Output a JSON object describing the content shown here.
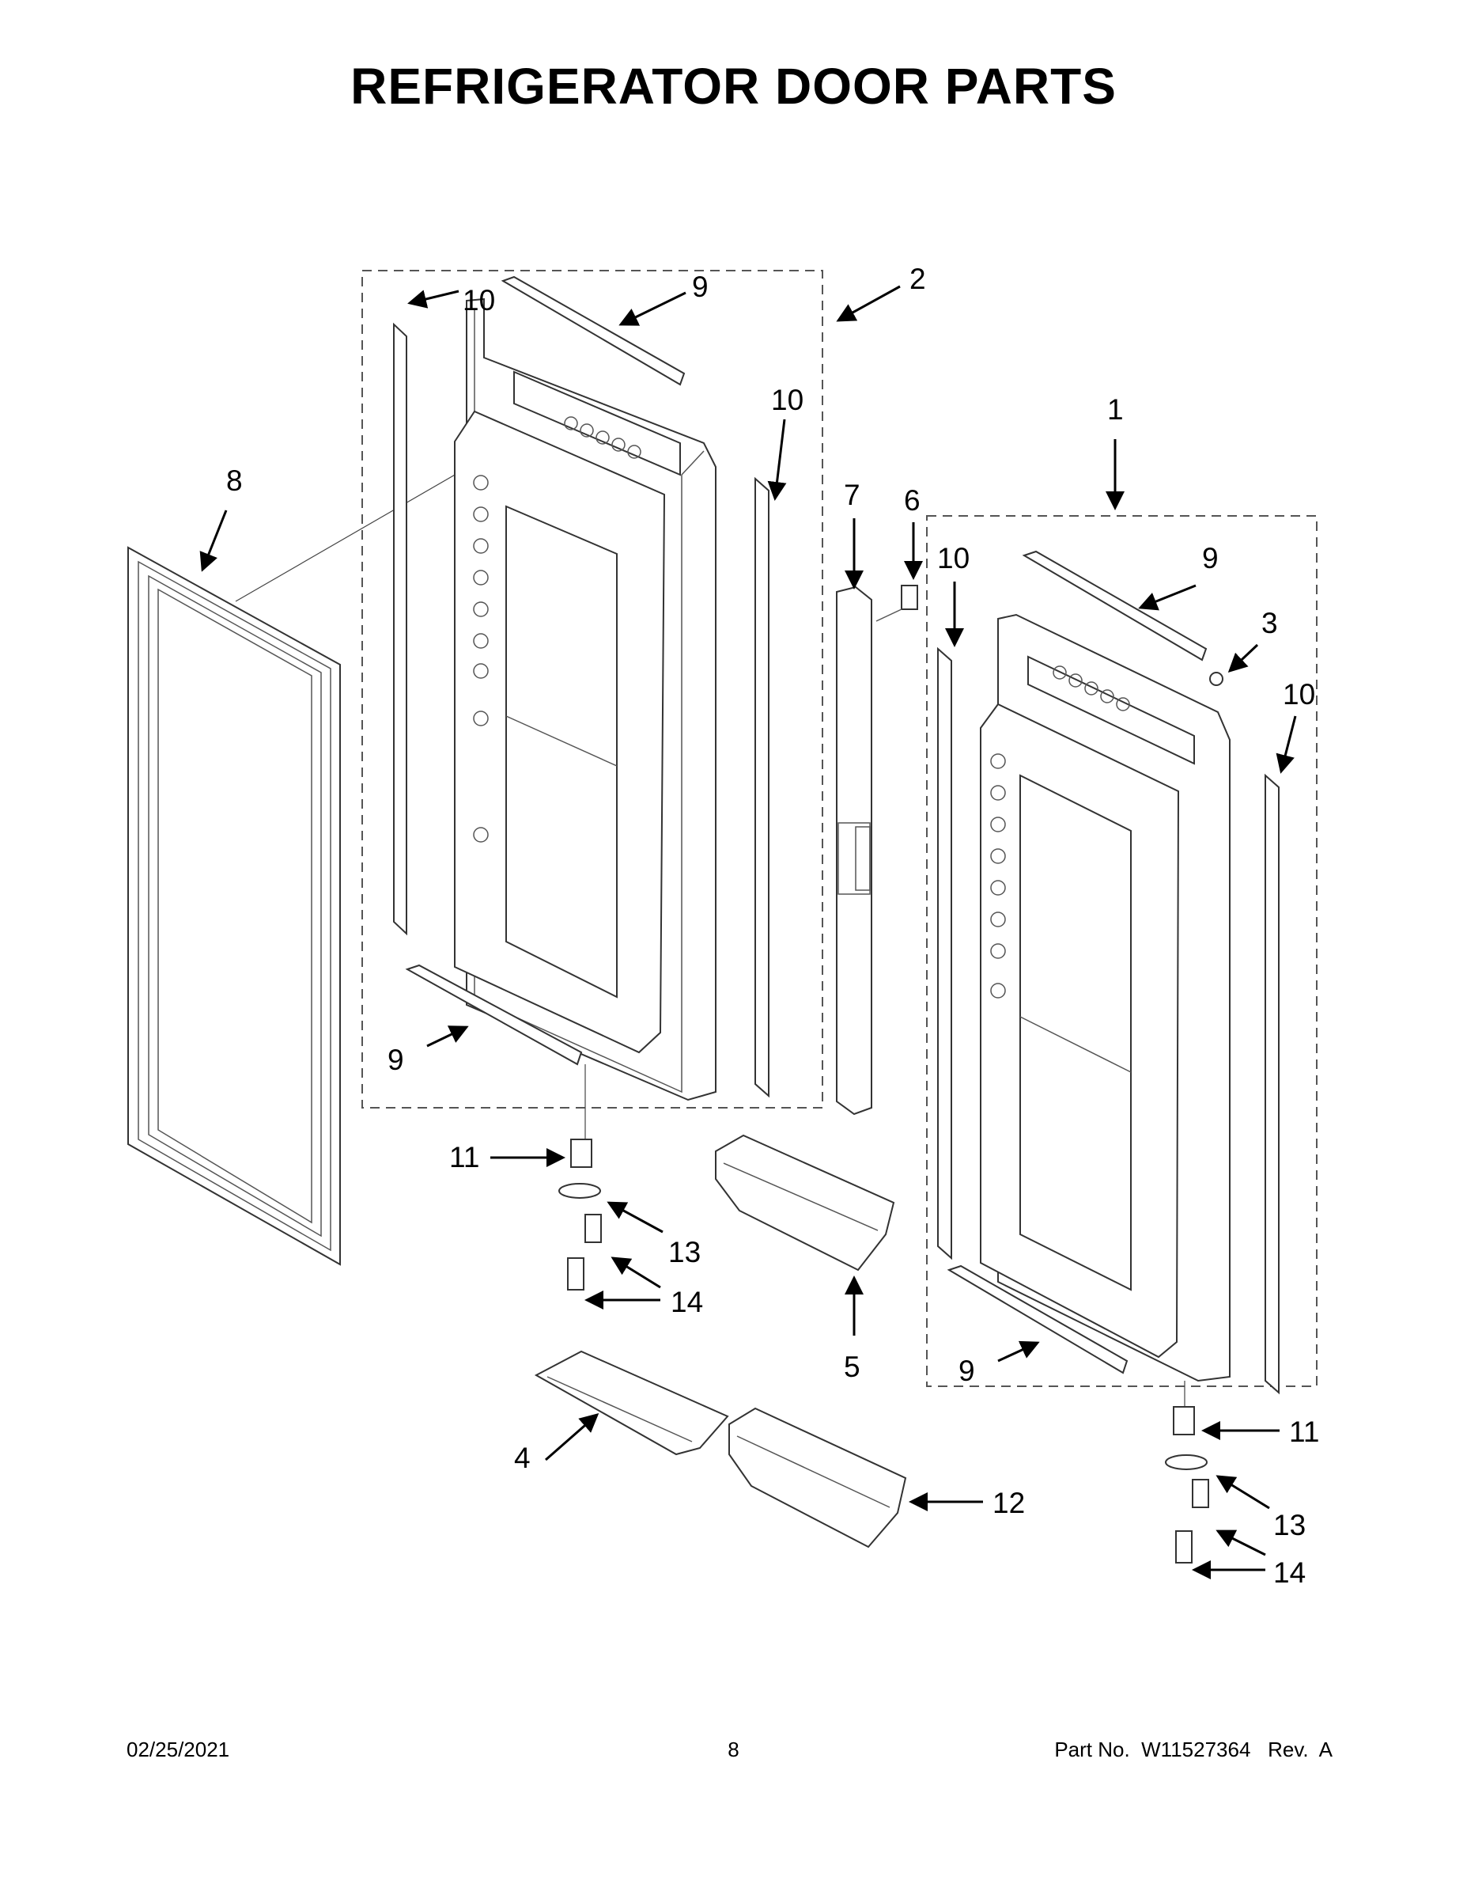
{
  "page": {
    "title": "REFRIGERATOR DOOR PARTS",
    "footer": {
      "date": "02/25/2021",
      "page_number": "8",
      "part_number": "Part No.  W11527364   Rev.  A"
    }
  },
  "callouts": [
    {
      "id": "c1",
      "label": "1"
    },
    {
      "id": "c2",
      "label": "2"
    },
    {
      "id": "c3",
      "label": "3"
    },
    {
      "id": "c4",
      "label": "4"
    },
    {
      "id": "c5",
      "label": "5"
    },
    {
      "id": "c6",
      "label": "6"
    },
    {
      "id": "c7",
      "label": "7"
    },
    {
      "id": "c8",
      "label": "8"
    },
    {
      "id": "c9a",
      "label": "9"
    },
    {
      "id": "c9b",
      "label": "9"
    },
    {
      "id": "c9c",
      "label": "9"
    },
    {
      "id": "c9d",
      "label": "9"
    },
    {
      "id": "c10a",
      "label": "10"
    },
    {
      "id": "c10b",
      "label": "10"
    },
    {
      "id": "c10c",
      "label": "10"
    },
    {
      "id": "c10d",
      "label": "10"
    },
    {
      "id": "c11a",
      "label": "11"
    },
    {
      "id": "c11b",
      "label": "11"
    },
    {
      "id": "c12",
      "label": "12"
    },
    {
      "id": "c13a",
      "label": "13"
    },
    {
      "id": "c13b",
      "label": "13"
    },
    {
      "id": "c14a",
      "label": "14"
    },
    {
      "id": "c14b",
      "label": "14"
    }
  ]
}
